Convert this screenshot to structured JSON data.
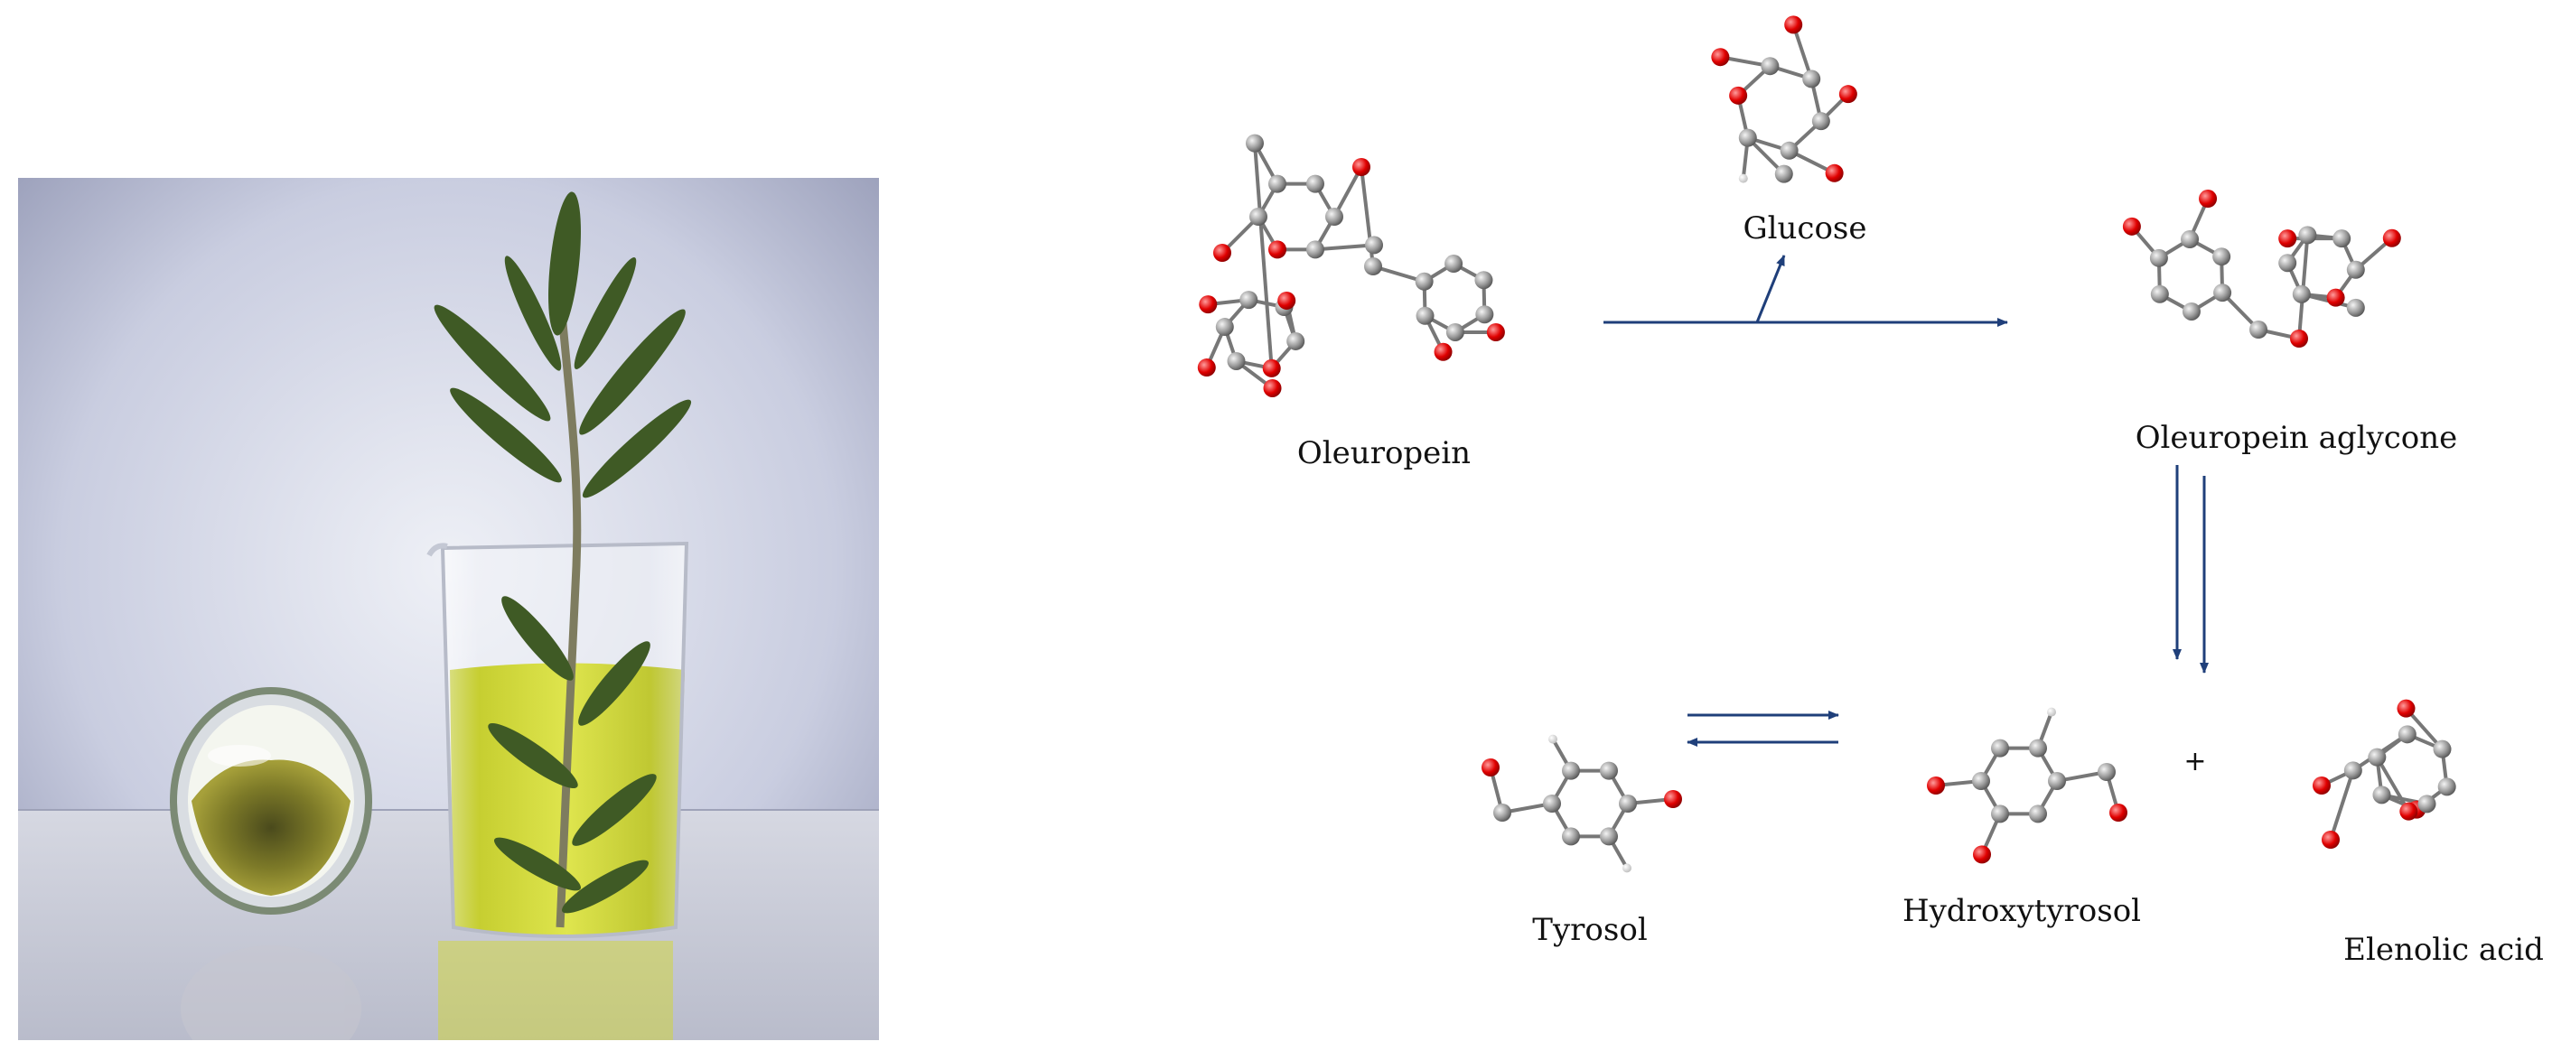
{
  "photo": {
    "subject": "olive-branch-in-beaker-of-olive-oil-with-jar-of-olive-leaf-powder"
  },
  "scheme": {
    "molecules": {
      "oleuropein": "Oleuropein",
      "glucose": "Glucose",
      "oleuropein_aglycone": "Oleuropein aglycone",
      "tyrosol": "Tyrosol",
      "hydroxytyrosol": "Hydroxytyrosol",
      "elenolic_acid": "Elenolic acid"
    },
    "plus_sign": "+",
    "colors": {
      "arrow": "#1f3f7a",
      "oxygen_atom": "#e00000",
      "carbon_atom": "#8a8a8a",
      "hydrogen_atom": "#e6e6e6",
      "olive_oil": "#c9d31a",
      "olive_leaf": "#3f5a25",
      "leaf_powder": "#8f8a2c"
    }
  }
}
